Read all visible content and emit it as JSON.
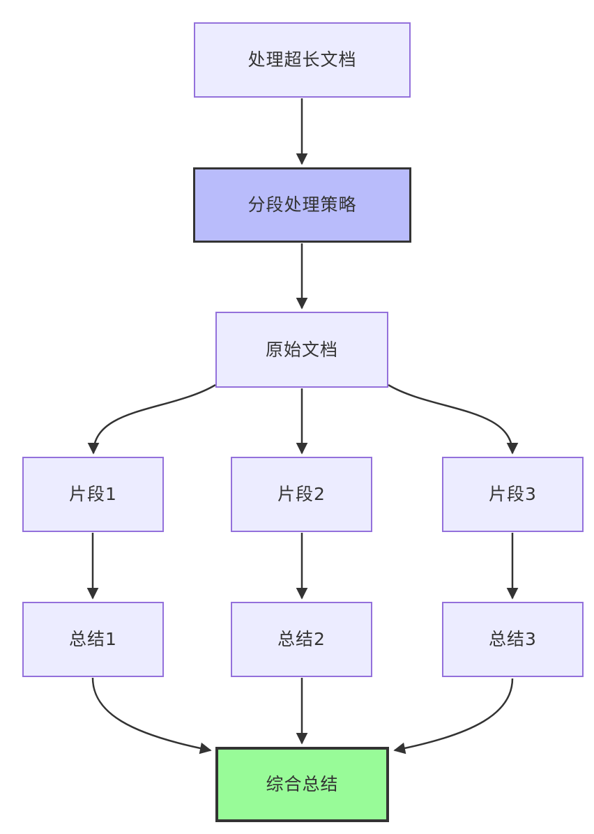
{
  "diagram": {
    "type": "flowchart",
    "direction": "top-down",
    "nodes": [
      {
        "id": "A",
        "label": "处理超长文档",
        "variant": "default"
      },
      {
        "id": "B",
        "label": "分段处理策略",
        "variant": "emphasis-purple"
      },
      {
        "id": "C",
        "label": "原始文档",
        "variant": "default"
      },
      {
        "id": "D",
        "label": "片段1",
        "variant": "default"
      },
      {
        "id": "E",
        "label": "片段2",
        "variant": "default"
      },
      {
        "id": "F",
        "label": "片段3",
        "variant": "default"
      },
      {
        "id": "G",
        "label": "总结1",
        "variant": "default"
      },
      {
        "id": "H",
        "label": "总结2",
        "variant": "default"
      },
      {
        "id": "I",
        "label": "总结3",
        "variant": "default"
      },
      {
        "id": "J",
        "label": "综合总结",
        "variant": "emphasis-green"
      }
    ],
    "edges": [
      {
        "from": "A",
        "to": "B"
      },
      {
        "from": "B",
        "to": "C"
      },
      {
        "from": "C",
        "to": "D"
      },
      {
        "from": "C",
        "to": "E"
      },
      {
        "from": "C",
        "to": "F"
      },
      {
        "from": "D",
        "to": "G"
      },
      {
        "from": "E",
        "to": "H"
      },
      {
        "from": "F",
        "to": "I"
      },
      {
        "from": "G",
        "to": "J"
      },
      {
        "from": "H",
        "to": "J"
      },
      {
        "from": "I",
        "to": "J"
      }
    ],
    "colors": {
      "background": "#FFFFFF",
      "node_fill": "#ECECFF",
      "node_border": "#9370DB",
      "emphasis_purple_fill": "#B9BCFB",
      "emphasis_green_fill": "#98FB98",
      "emphasis_border": "#333333",
      "edge": "#333333",
      "text": "#333333"
    }
  }
}
